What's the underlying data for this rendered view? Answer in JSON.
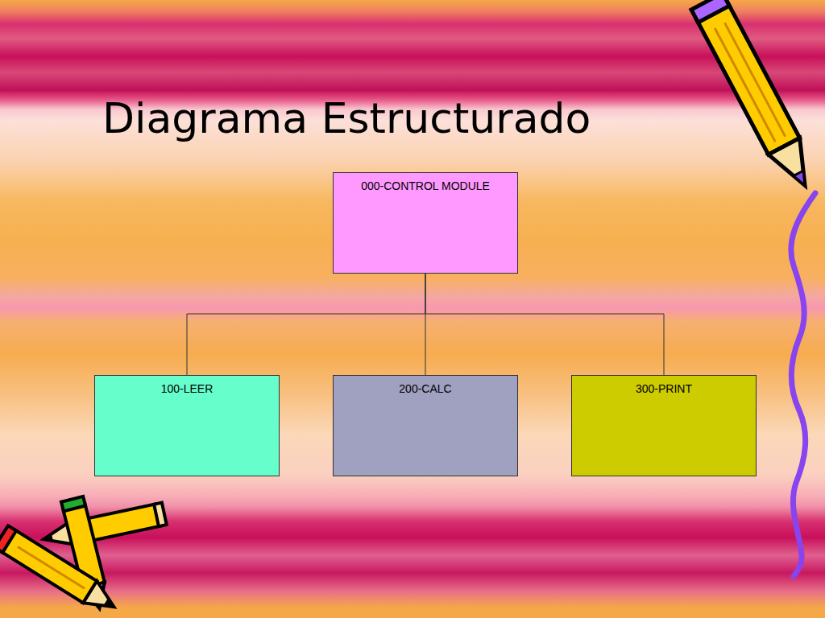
{
  "diagram": {
    "title": "Diagrama Estructurado",
    "nodes": [
      {
        "text": [
          "000-CONTROL MODULE"
        ]
      },
      {
        "text": [
          "100-LEER"
        ]
      },
      {
        "text": [
          "200-CALC"
        ]
      },
      {
        "text": [
          "300-PRINT"
        ]
      }
    ],
    "edges": [
      {
        "from": 0,
        "to": 1,
        "arrow": "none"
      },
      {
        "from": 0,
        "to": 2,
        "arrow": "none"
      },
      {
        "from": 0,
        "to": 3,
        "arrow": "none"
      }
    ]
  }
}
